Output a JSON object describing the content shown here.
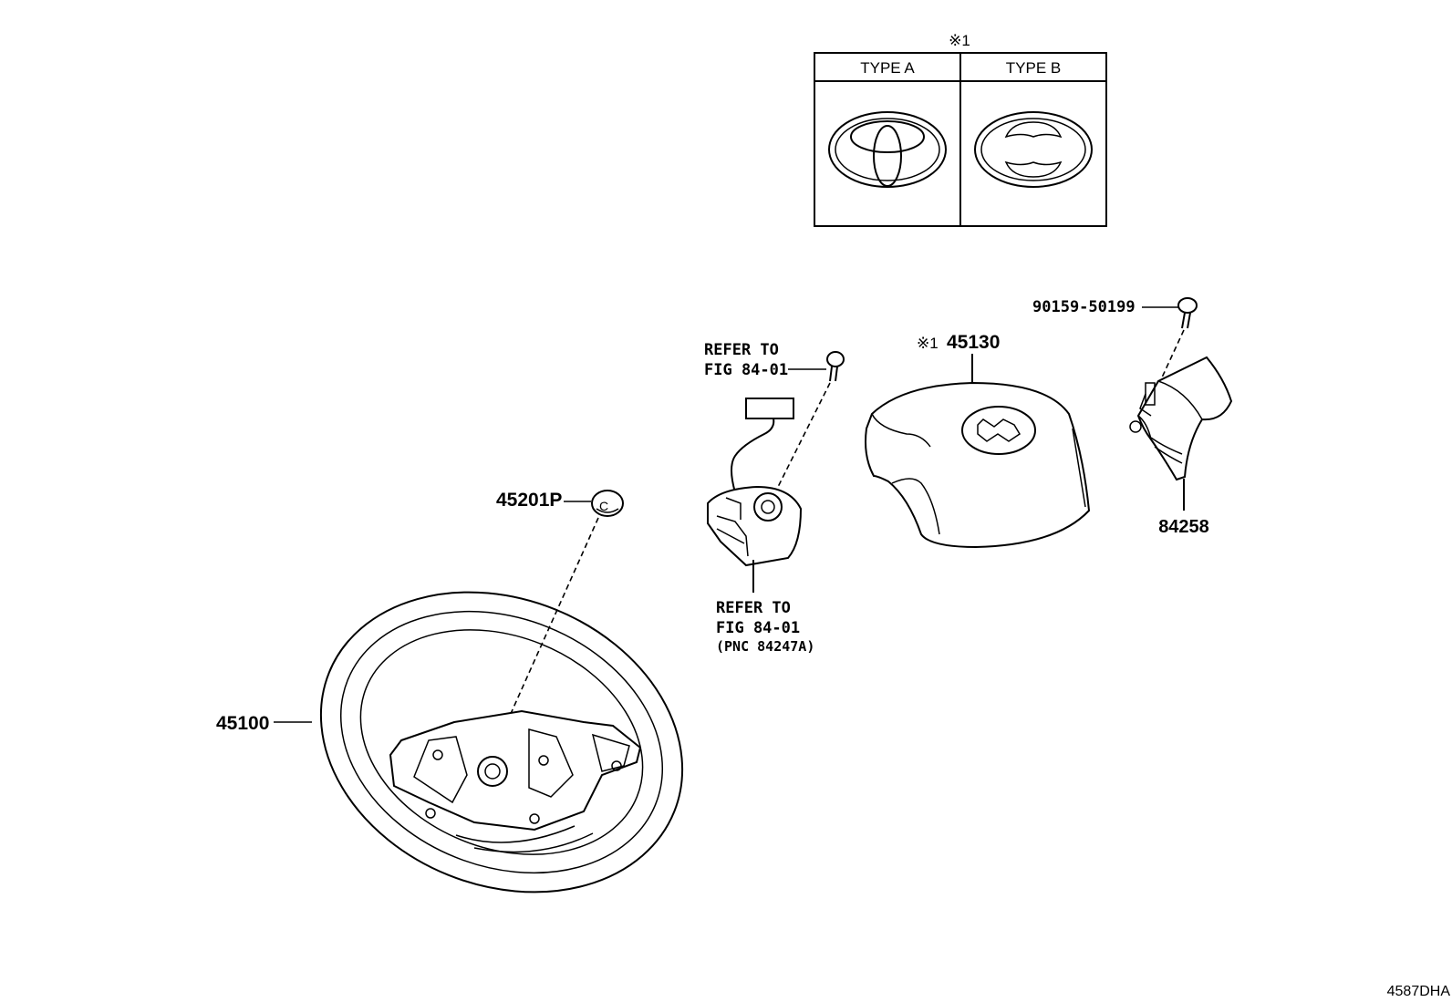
{
  "diagram": {
    "figure_id": "4587DHA",
    "note_mark": "※1",
    "emblem_table": {
      "mark": "※1",
      "type_a_label": "TYPE A",
      "type_b_label": "TYPE B"
    },
    "callouts": {
      "bolt": "90159-50199",
      "switch_cover": "84258",
      "pad_mark": "※1",
      "pad": "45130",
      "screw_ref_line1": "REFER TO",
      "screw_ref_line2": "FIG 84-01",
      "switch_ref_line1": "REFER TO",
      "switch_ref_line2": "FIG 84-01",
      "switch_ref_line3": "(PNC 84247A)",
      "cap": "45201P",
      "wheel": "45100"
    }
  }
}
